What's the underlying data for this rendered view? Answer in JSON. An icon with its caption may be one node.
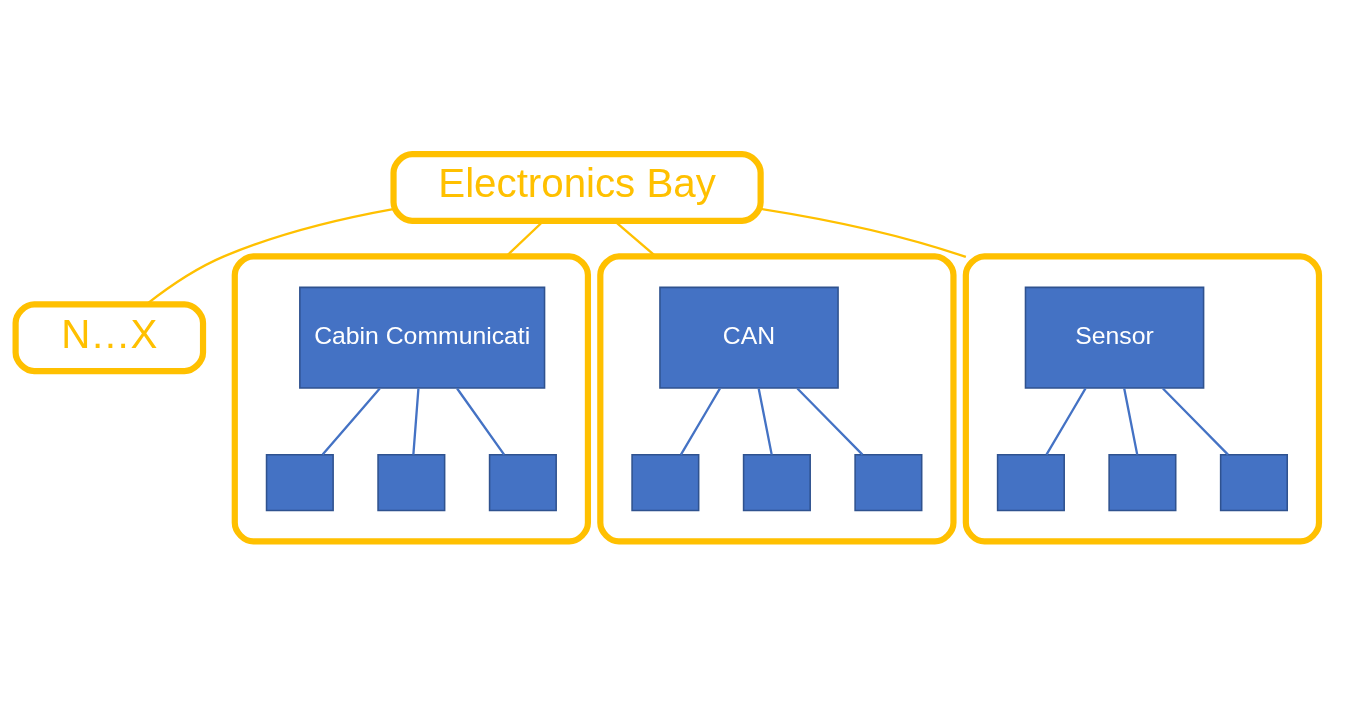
{
  "diagram": {
    "nodes": [
      {
        "text": [
          "Electronics Bay"
        ]
      },
      {
        "text": [
          "N…X"
        ]
      },
      {
        "text": [],
        "shape": "box"
      },
      {
        "text": [
          "Cabin Communicati"
        ],
        "in": 2
      },
      {
        "text": [],
        "shape": "box",
        "in": 2
      },
      {
        "text": [],
        "shape": "box",
        "in": 2
      },
      {
        "text": [],
        "shape": "box",
        "in": 2
      },
      {
        "text": [],
        "shape": "box"
      },
      {
        "text": [
          "CAN"
        ],
        "in": 7
      },
      {
        "text": [],
        "shape": "box",
        "in": 7
      },
      {
        "text": [],
        "shape": "box",
        "in": 7
      },
      {
        "text": [],
        "shape": "box",
        "in": 7
      },
      {
        "text": [],
        "shape": "box"
      },
      {
        "text": [
          "Sensor"
        ],
        "in": 12
      },
      {
        "text": [],
        "shape": "box",
        "in": 12
      },
      {
        "text": [],
        "shape": "box",
        "in": 12
      },
      {
        "text": [],
        "shape": "box",
        "in": 12
      }
    ],
    "edges": [
      {
        "from": 0,
        "to": 1,
        "arrow": "none",
        "color": "#ffc000"
      },
      {
        "from": 0,
        "to": 2,
        "arrow": "none",
        "color": "#ffc000"
      },
      {
        "from": 0,
        "to": 7,
        "arrow": "none",
        "color": "#ffc000"
      },
      {
        "from": 0,
        "to": 12,
        "arrow": "none",
        "color": "#ffc000"
      },
      {
        "from": 3,
        "to": 4,
        "arrow": "none"
      },
      {
        "from": 3,
        "to": 5,
        "arrow": "none"
      },
      {
        "from": 3,
        "to": 6,
        "arrow": "none"
      },
      {
        "from": 8,
        "to": 9,
        "arrow": "none"
      },
      {
        "from": 8,
        "to": 10,
        "arrow": "none"
      },
      {
        "from": 8,
        "to": 11,
        "arrow": "none"
      },
      {
        "from": 13,
        "to": 14,
        "arrow": "none"
      },
      {
        "from": 13,
        "to": 15,
        "arrow": "none"
      },
      {
        "from": 13,
        "to": 16,
        "arrow": "none"
      }
    ]
  }
}
